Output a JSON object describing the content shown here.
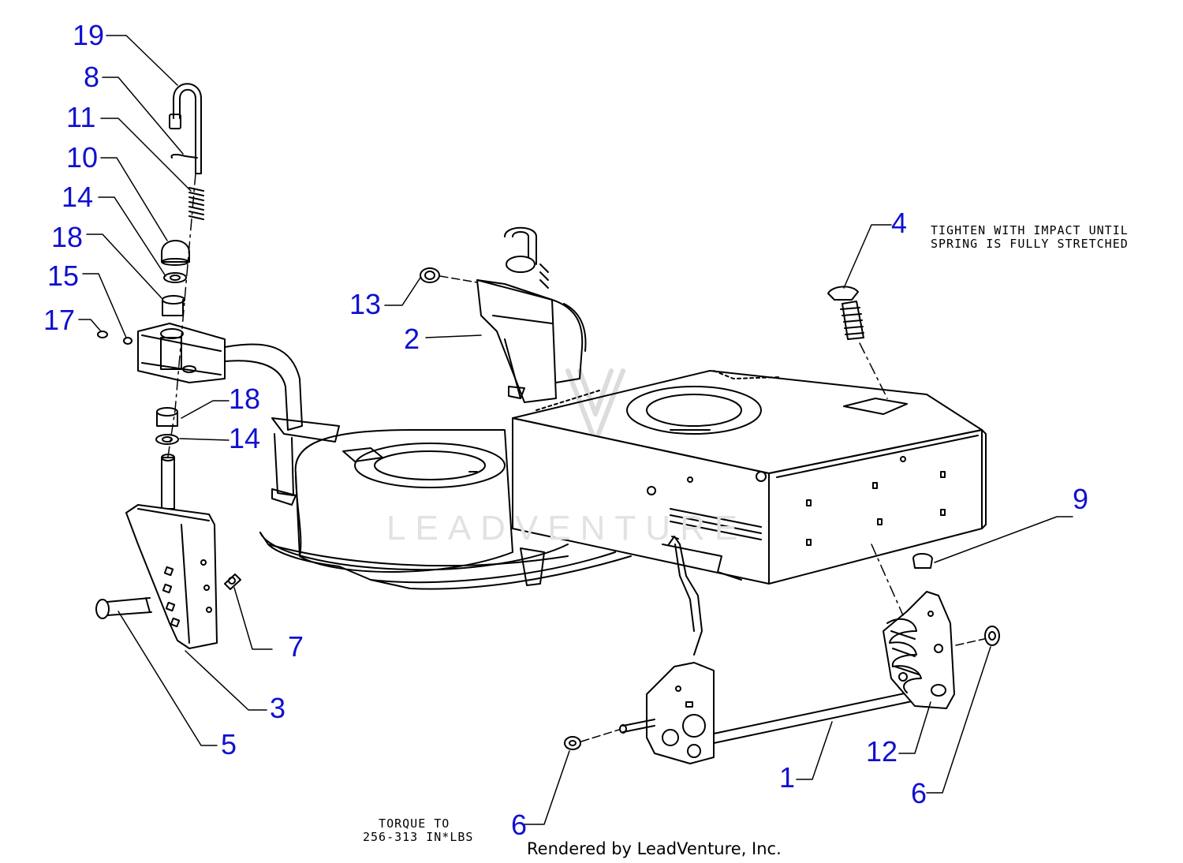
{
  "colors": {
    "callout": "#1010d0",
    "line": "#000000",
    "watermark": "#d9d9d9"
  },
  "callouts": [
    {
      "id": "c19",
      "label": "19"
    },
    {
      "id": "c8",
      "label": "8"
    },
    {
      "id": "c11",
      "label": "11"
    },
    {
      "id": "c10",
      "label": "10"
    },
    {
      "id": "c14a",
      "label": "14"
    },
    {
      "id": "c18a",
      "label": "18"
    },
    {
      "id": "c15",
      "label": "15"
    },
    {
      "id": "c17",
      "label": "17"
    },
    {
      "id": "c13",
      "label": "13"
    },
    {
      "id": "c2",
      "label": "2"
    },
    {
      "id": "c4",
      "label": "4"
    },
    {
      "id": "c18b",
      "label": "18"
    },
    {
      "id": "c14b",
      "label": "14"
    },
    {
      "id": "c9",
      "label": "9"
    },
    {
      "id": "c7",
      "label": "7"
    },
    {
      "id": "c3",
      "label": "3"
    },
    {
      "id": "c5",
      "label": "5"
    },
    {
      "id": "c12",
      "label": "12"
    },
    {
      "id": "c1",
      "label": "1"
    },
    {
      "id": "c6a",
      "label": "6"
    },
    {
      "id": "c6b",
      "label": "6"
    }
  ],
  "notes": {
    "tighten": "TIGHTEN WITH IMPACT UNTIL\nSPRING IS FULLY STRETCHED",
    "torque": "  TORQUE TO\n256-313 IN*LBS"
  },
  "watermark": "LEADVENTURE",
  "footer": "Rendered by LeadVenture, Inc."
}
